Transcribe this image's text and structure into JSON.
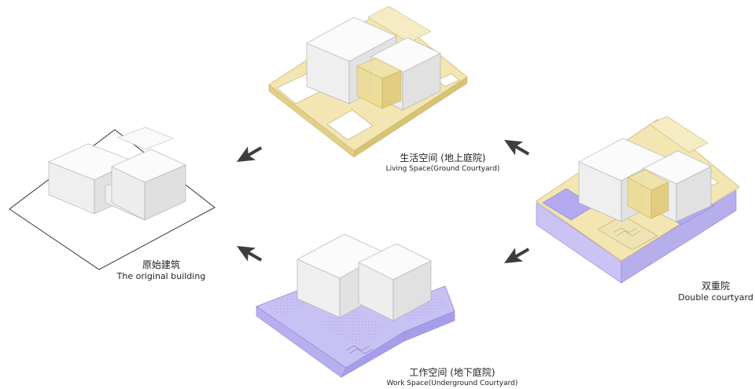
{
  "diagram": {
    "original": {
      "label_zh": "原始建筑",
      "label_en": "The original building"
    },
    "living": {
      "label_zh": "生活空间 (地上庭院)",
      "label_en": "Living Space(Ground Courtyard)"
    },
    "work": {
      "label_zh": "工作空间 (地下庭院)",
      "label_en": "Work Space(Underground Courtyard)"
    },
    "double": {
      "label_zh": "双重院",
      "label_en": "Double courtyard"
    }
  },
  "colors": {
    "ground_yellow": "#f3e6b2",
    "ground_yellow_dark": "#e3cf88",
    "under_purple": "#b8b0ee",
    "under_purple_dark": "#8f86d9",
    "block_white": "#f6f6f6",
    "arrow": "#3d3d3d"
  }
}
